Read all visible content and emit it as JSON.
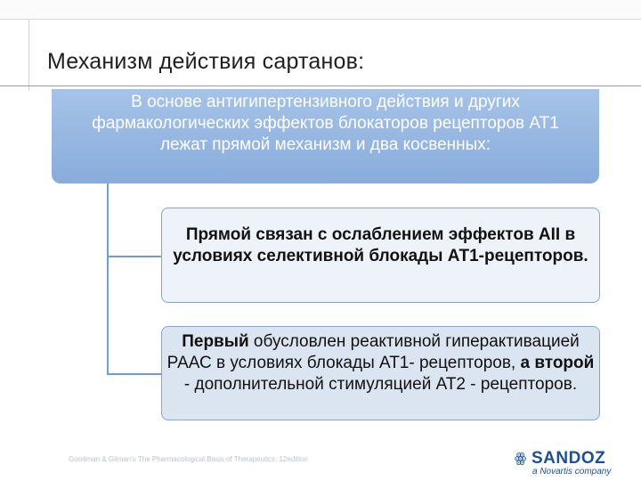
{
  "slide": {
    "title": "Механизм действия сартанов:"
  },
  "top_box": {
    "text": "В основе антигипертензивного действия и других фармакологических эффектов блокаторов рецепторов АТ1 лежат прямой механизм и два косвенных:"
  },
  "box_direct": {
    "text": "Прямой связан с ослаблением эффектов AII в условиях селективной блокады АТ1-рецепторов."
  },
  "box_indirect": {
    "part1_bold": "Первый",
    "part2": " обусловлен реактивной гиперактивацией РААС в условиях блокады АТ1- рецепторов, ",
    "part3_bold": "а второй",
    "part4": " - дополнительной стимуляцией АТ2 - рецепторов."
  },
  "footer": {
    "reference": "Goodman & Gilman's The Pharmacological Basis of Therapeutics, 12edition"
  },
  "logo": {
    "mark": "ꙮ",
    "name": "SANDOZ",
    "subtitle": "a Novartis company"
  },
  "colors": {
    "top_box": "#98b8e2",
    "connector": "#6f9bd8",
    "box_border": "#7ea5dc",
    "brand": "#1d4f91"
  }
}
